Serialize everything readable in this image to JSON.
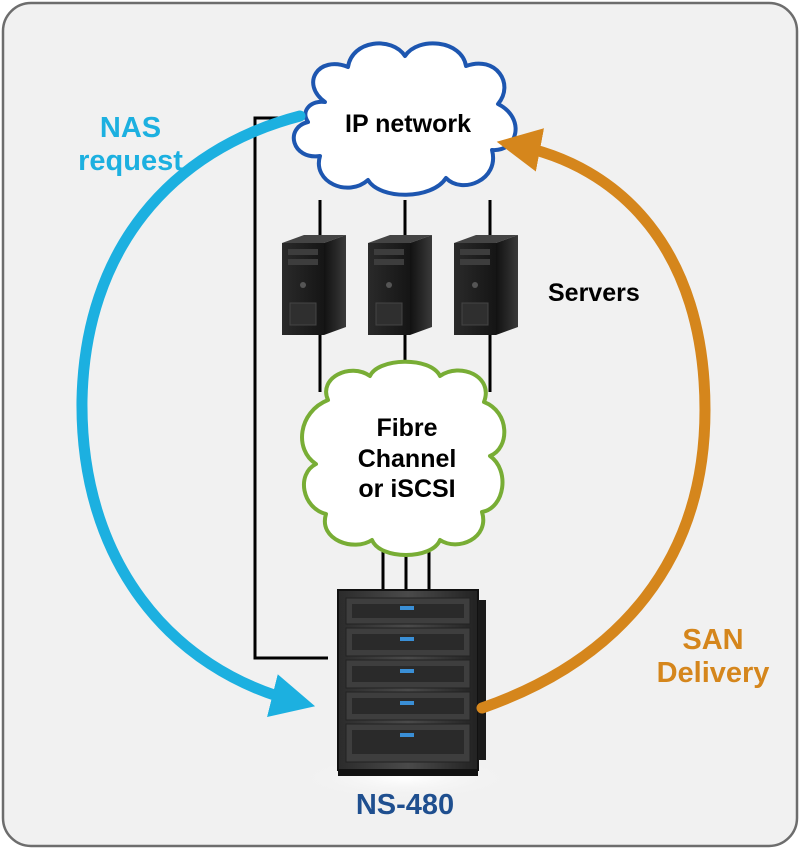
{
  "labels": {
    "nas_request": "NAS\nrequest",
    "ip_network": "IP network",
    "servers": "Servers",
    "fibre_channel": "Fibre\nChannel\nor iSCSI",
    "san_delivery": "SAN\nDelivery",
    "storage_model": "NS-480"
  },
  "colors": {
    "nas_arrow": "#1cb0e0",
    "san_arrow": "#d5861c",
    "ip_cloud_outline": "#1d56b0",
    "fc_cloud_outline": "#78ad35",
    "storage_label": "#1f4f8f",
    "frame_border": "#6d6d6d",
    "background": "#f1f1f1"
  }
}
